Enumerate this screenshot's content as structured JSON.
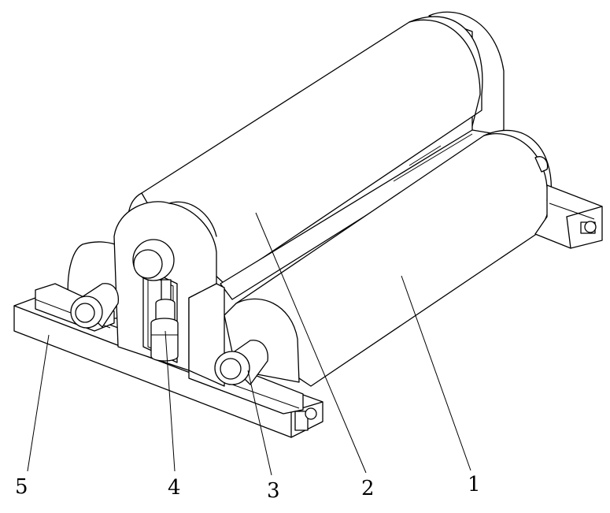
{
  "labels": {
    "part1": "1",
    "part2": "2",
    "part3": "3",
    "part4": "4",
    "part5": "5"
  },
  "colors": {
    "line": "#000000",
    "background": "#ffffff"
  }
}
